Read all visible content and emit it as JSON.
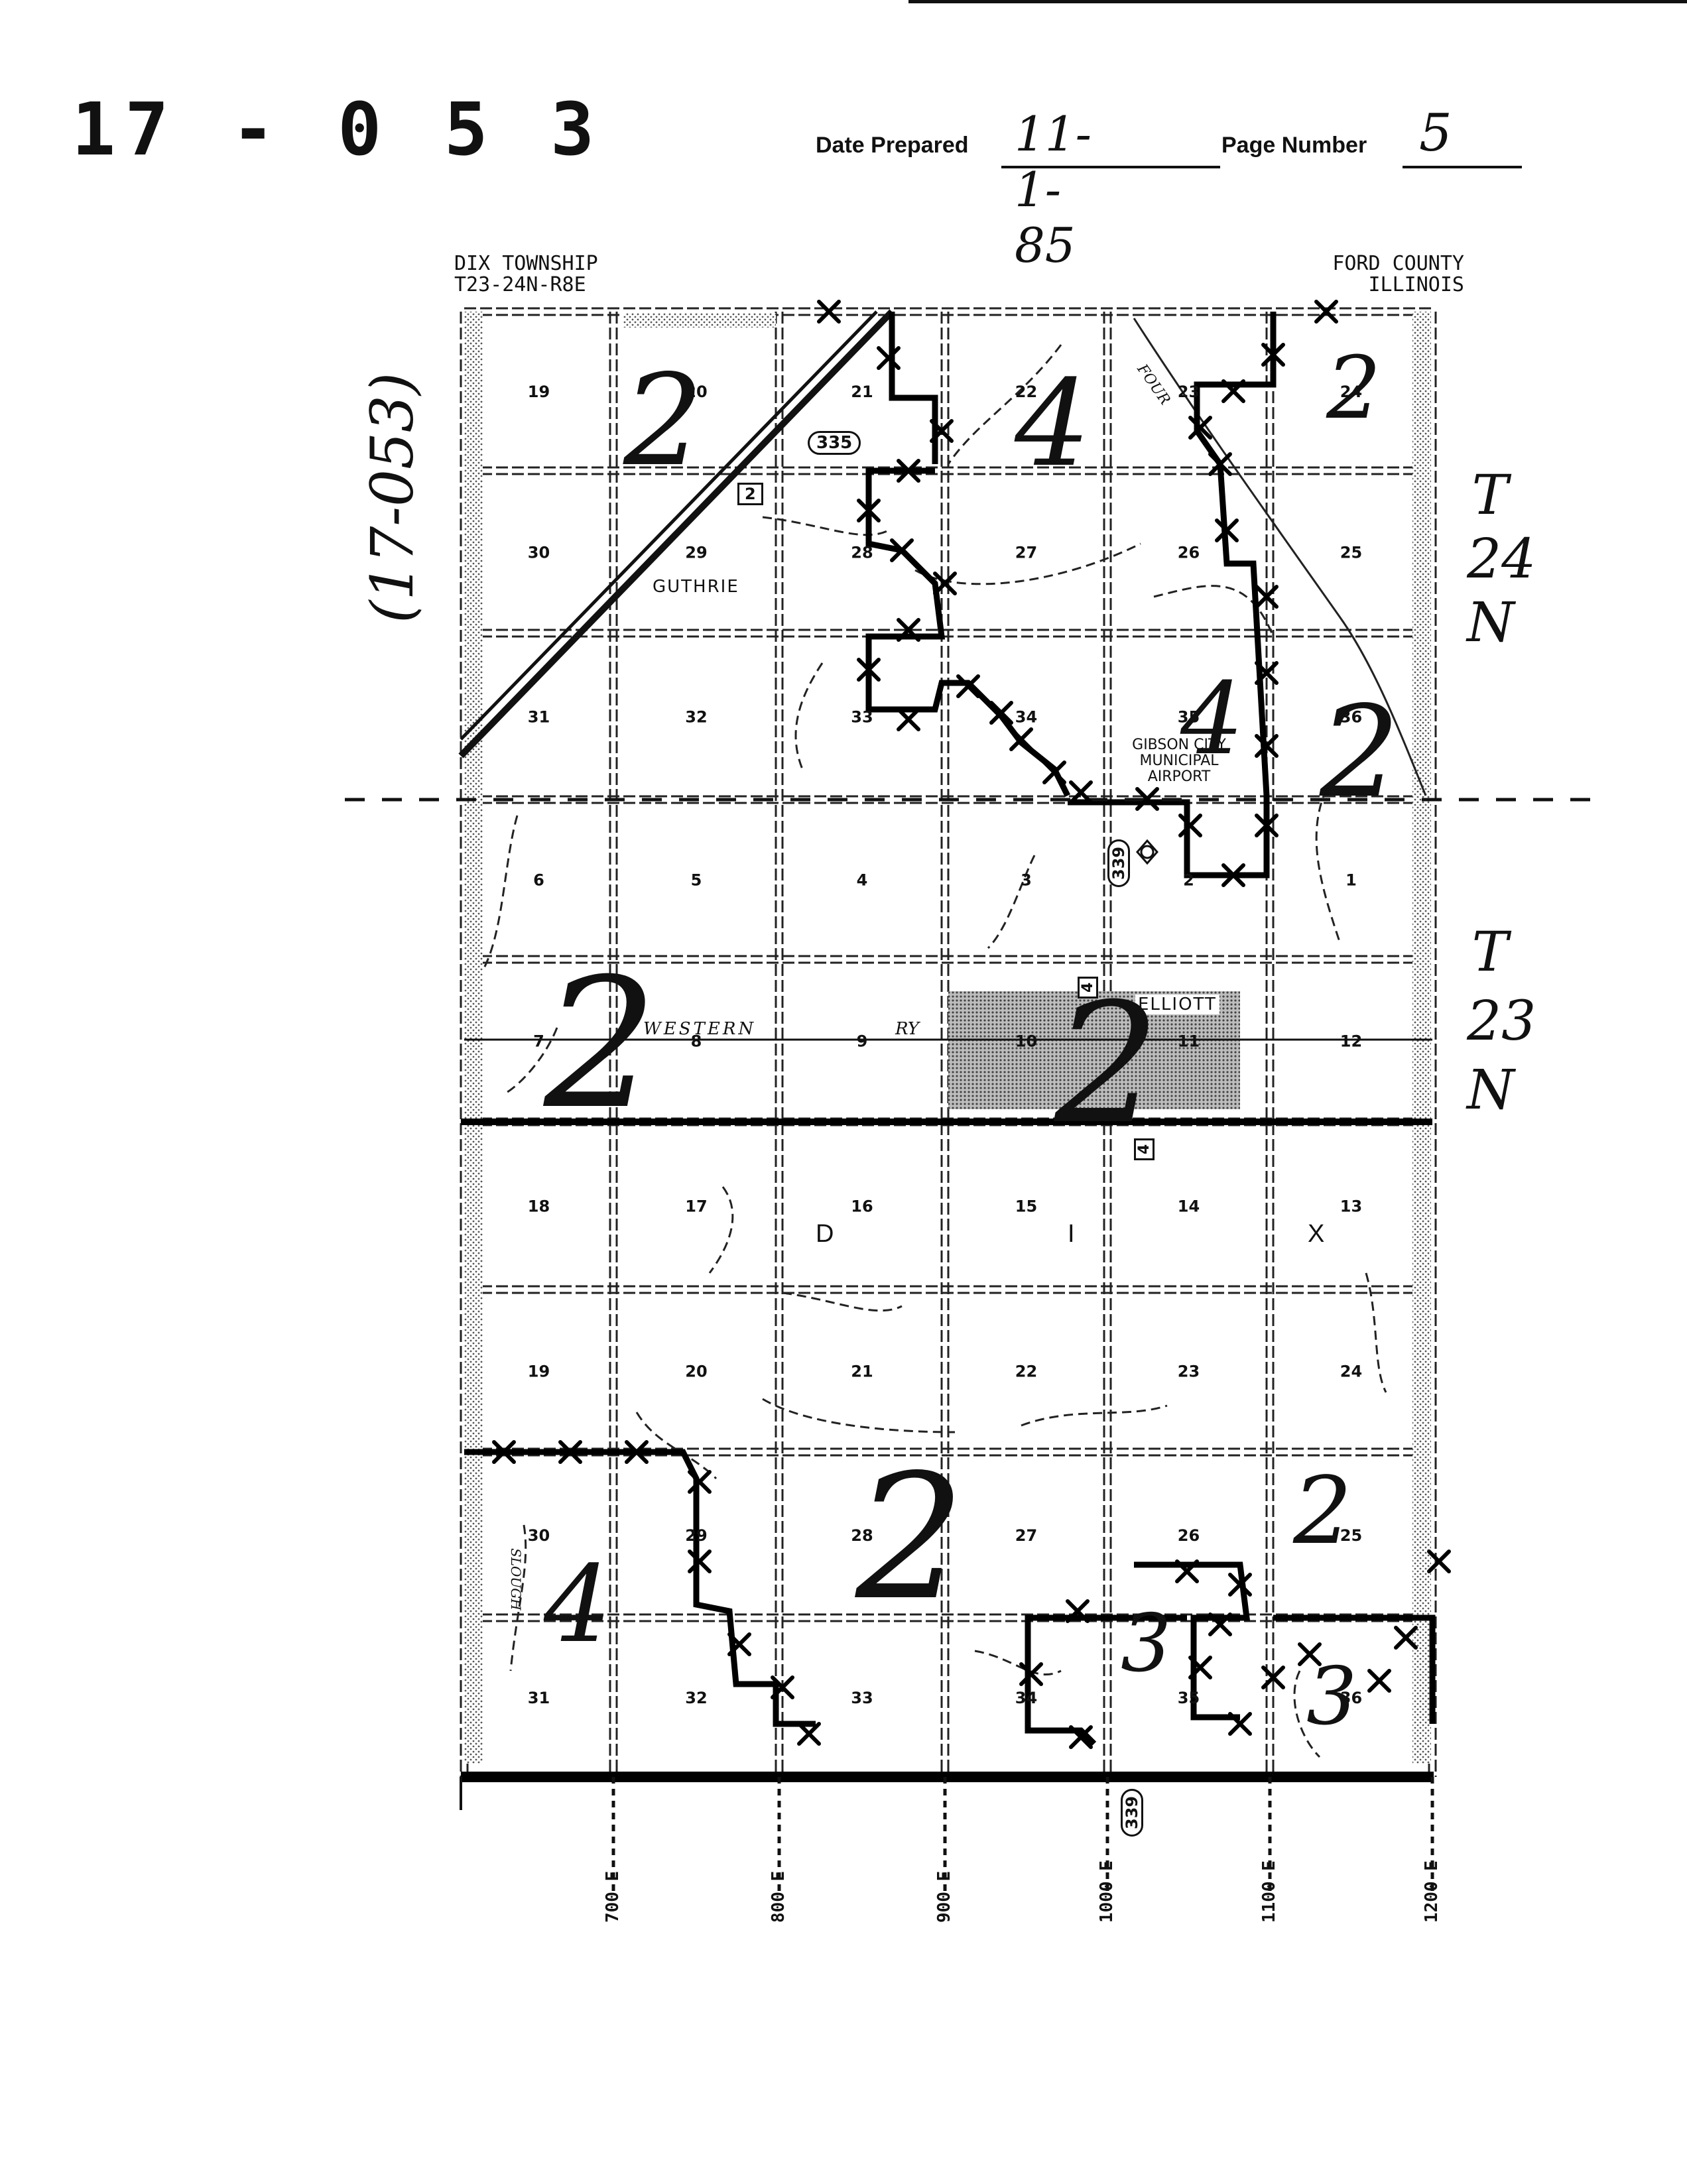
{
  "header": {
    "doc_id": "17 - 0 5 3",
    "date_label": "Date Prepared",
    "date_value": "11-1-85",
    "page_label": "Page Number",
    "page_value": "5"
  },
  "map": {
    "title_left": [
      "DIX TOWNSHIP",
      "T23-24N-R8E"
    ],
    "title_right": [
      "FORD COUNTY",
      "ILLINOIS"
    ],
    "side_note": "(17-053)",
    "places": {
      "guthrie": "GUTHRIE",
      "airport": [
        "GIBSON CITY",
        "MUNICIPAL",
        "AIRPORT"
      ],
      "elliott": "ELLIOTT",
      "railroad_a": "WESTERN",
      "railroad_b": "RY",
      "creek": "FOUR",
      "slough": "SLOUGH"
    },
    "township_labels": [
      {
        "line1": "T",
        "line2": "24",
        "line3": "N"
      },
      {
        "line1": "T",
        "line2": "23",
        "line3": "N"
      }
    ],
    "township_letters": [
      "D",
      "I",
      "X"
    ],
    "routes": [
      "335",
      "2",
      "339",
      "4",
      "339",
      "4"
    ],
    "range_roads": [
      "700 E",
      "800 E",
      "900 E",
      "1000 E",
      "1100 E",
      "1200 E"
    ],
    "sections_upper": [
      [
        "19",
        "20",
        "21",
        "22",
        "23",
        "24"
      ],
      [
        "30",
        "29",
        "28",
        "27",
        "26",
        "25"
      ],
      [
        "31",
        "32",
        "33",
        "34",
        "35",
        "36"
      ]
    ],
    "sections_lower": [
      [
        "6",
        "5",
        "4",
        "3",
        "2",
        "1"
      ],
      [
        "7",
        "8",
        "9",
        "10",
        "11",
        "12"
      ],
      [
        "18",
        "17",
        "16",
        "15",
        "14",
        "13"
      ],
      [
        "19",
        "20",
        "21",
        "22",
        "23",
        "24"
      ],
      [
        "30",
        "29",
        "28",
        "27",
        "26",
        "25"
      ],
      [
        "31",
        "32",
        "33",
        "34",
        "35",
        "36"
      ]
    ],
    "zone_marks": [
      "2",
      "4",
      "2",
      "4",
      "2",
      "2",
      "2",
      "4",
      "2",
      "2",
      "3",
      "3"
    ]
  }
}
